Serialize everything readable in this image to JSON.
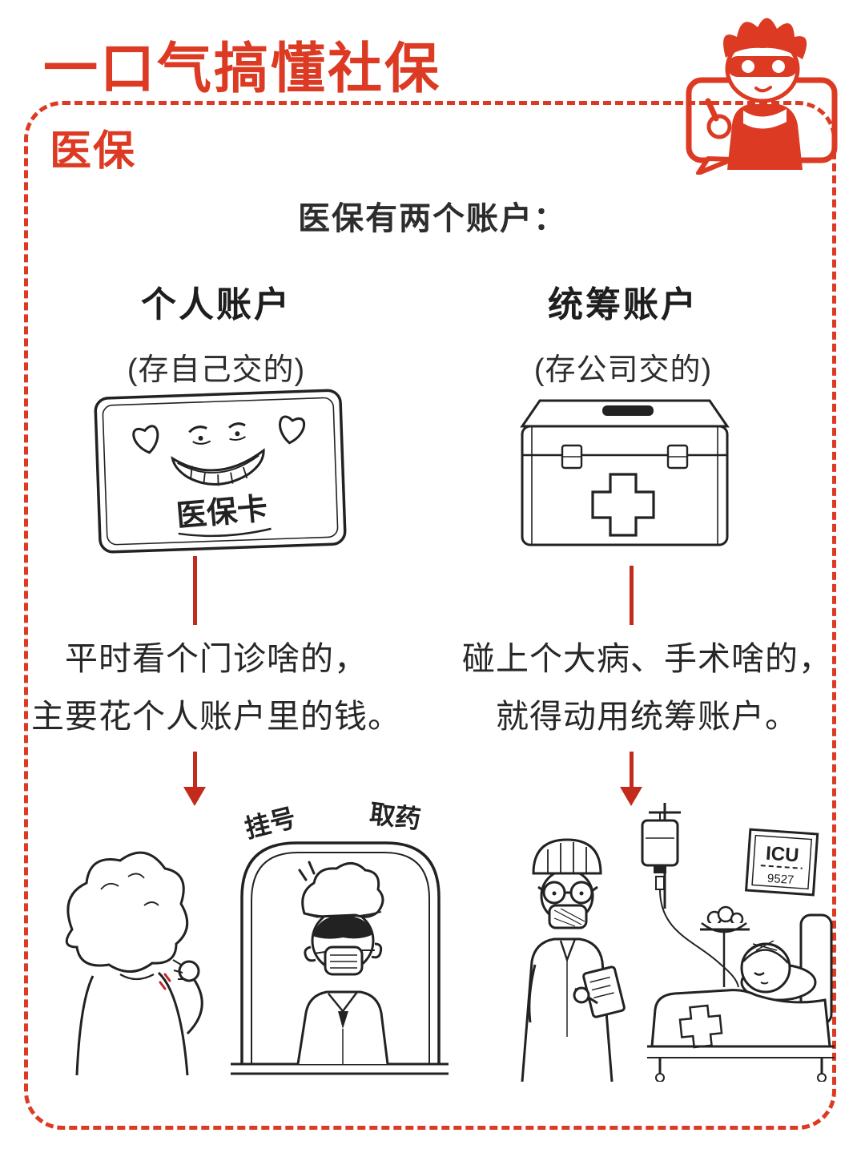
{
  "page": {
    "header_title": "一口气搞懂社保",
    "section_title": "医保",
    "intro": "医保有两个账户："
  },
  "accounts": {
    "personal": {
      "name": "个人账户",
      "subtitle": "(存自己交的)",
      "card_label": "医保卡",
      "description_line1": "平时看个门诊啥的，",
      "description_line2": "主要花个人账户里的钱。",
      "scene_labels": {
        "register": "挂号",
        "medicine": "取药"
      }
    },
    "pooled": {
      "name": "统筹账户",
      "subtitle": "(存公司交的)",
      "description_line1": "碰上个大病、手术啥的，",
      "description_line2": "就得动用统筹账户。",
      "scene_labels": {
        "icu": "ICU",
        "bed_number": "9527"
      }
    }
  },
  "colors": {
    "accent_red": "#DC3A23",
    "arrow_red": "#C22A1C",
    "ink": "#262626"
  },
  "illustrations": {
    "mascot": "red-cartoon-presenter-in-speech-bubble",
    "personal_account": "medical-insurance-card-with-smirking-face",
    "pooled_account": "first-aid-metal-box-with-cross",
    "personal_scene": "patient-scratching-head-at-registration-window",
    "pooled_scene": "doctor-with-iv-drip-beside-icu-patient-bed"
  }
}
